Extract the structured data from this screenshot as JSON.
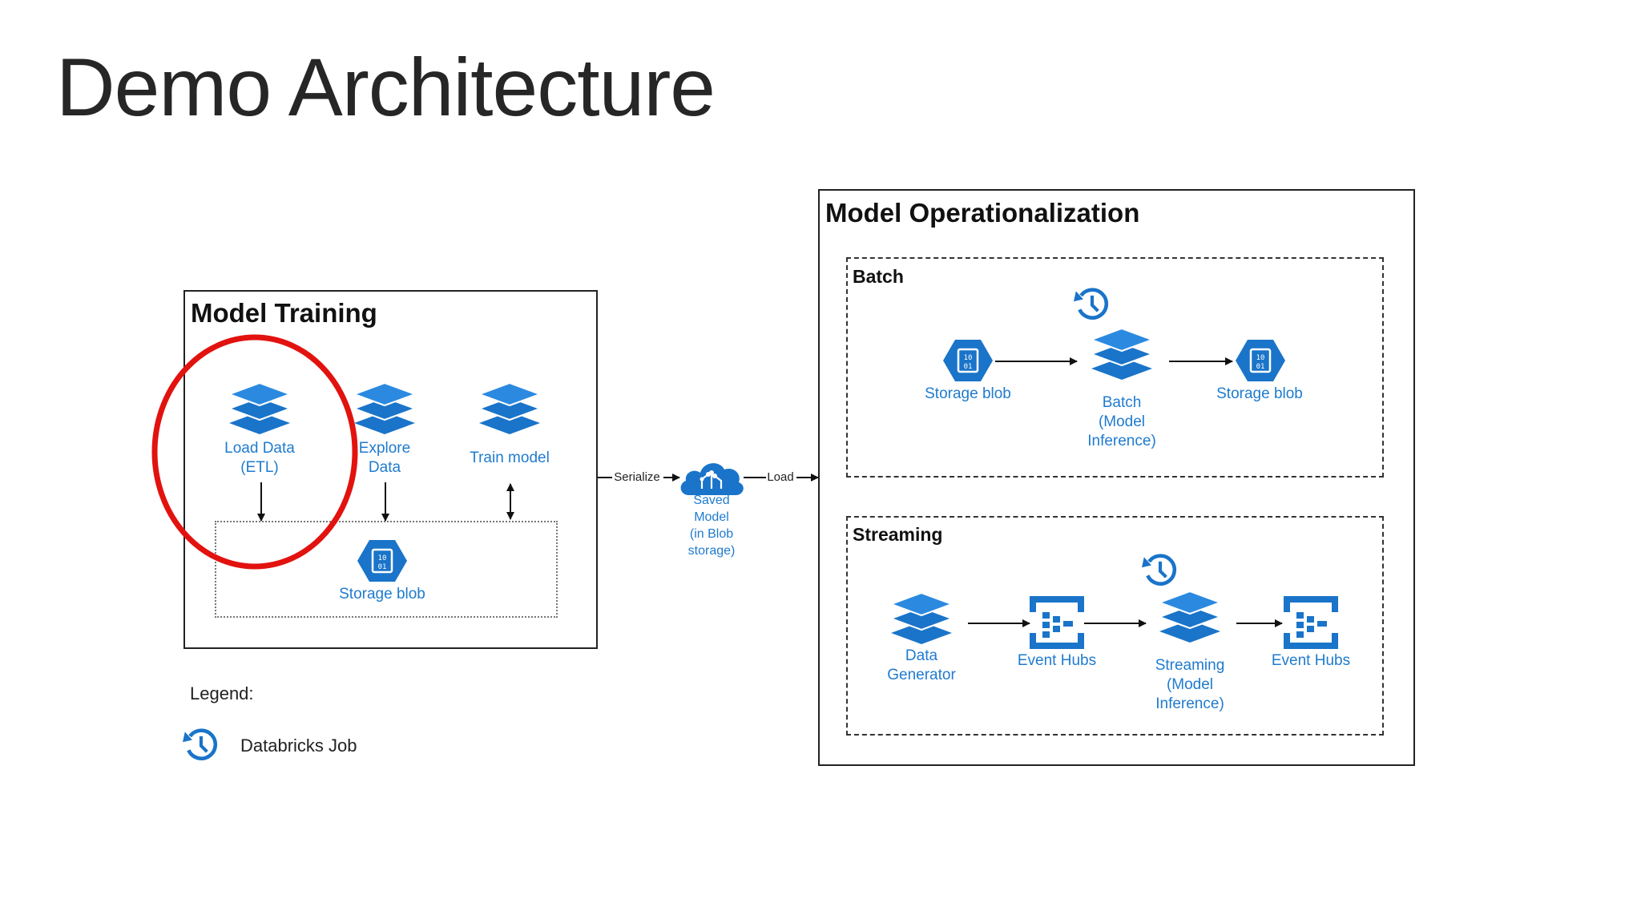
{
  "title": "Demo Architecture",
  "colors": {
    "icon_blue": "#1a74c9",
    "icon_blue_light": "#2b8ae0",
    "label_blue": "#1f7bcf",
    "highlight_red": "#e2120f"
  },
  "model_training": {
    "title": "Model Training",
    "load_data": [
      "Load Data",
      "(ETL)"
    ],
    "explore_data": [
      "Explore",
      "Data"
    ],
    "train_model": "Train model",
    "storage_blob": "Storage blob"
  },
  "flow": {
    "serialize": "Serialize",
    "load": "Load",
    "saved_model": [
      "Saved",
      "Model",
      "(in Blob",
      "storage)"
    ]
  },
  "model_operationalization": {
    "title": "Model Operationalization",
    "batch": {
      "title": "Batch",
      "source": "Storage blob",
      "job": [
        "Batch",
        "(Model",
        "Inference)"
      ],
      "sink": "Storage blob"
    },
    "streaming": {
      "title": "Streaming",
      "generator": [
        "Data",
        "Generator"
      ],
      "hub_in": "Event Hubs",
      "job": [
        "Streaming",
        "(Model",
        "Inference)"
      ],
      "hub_out": "Event Hubs"
    }
  },
  "legend": {
    "title": "Legend:",
    "databricks_job": "Databricks Job",
    "icon": "history-clock-icon"
  },
  "icons": [
    "stack-layers-icon",
    "storage-blob-icon",
    "cloud-circuit-icon",
    "event-hubs-icon",
    "history-clock-icon"
  ]
}
